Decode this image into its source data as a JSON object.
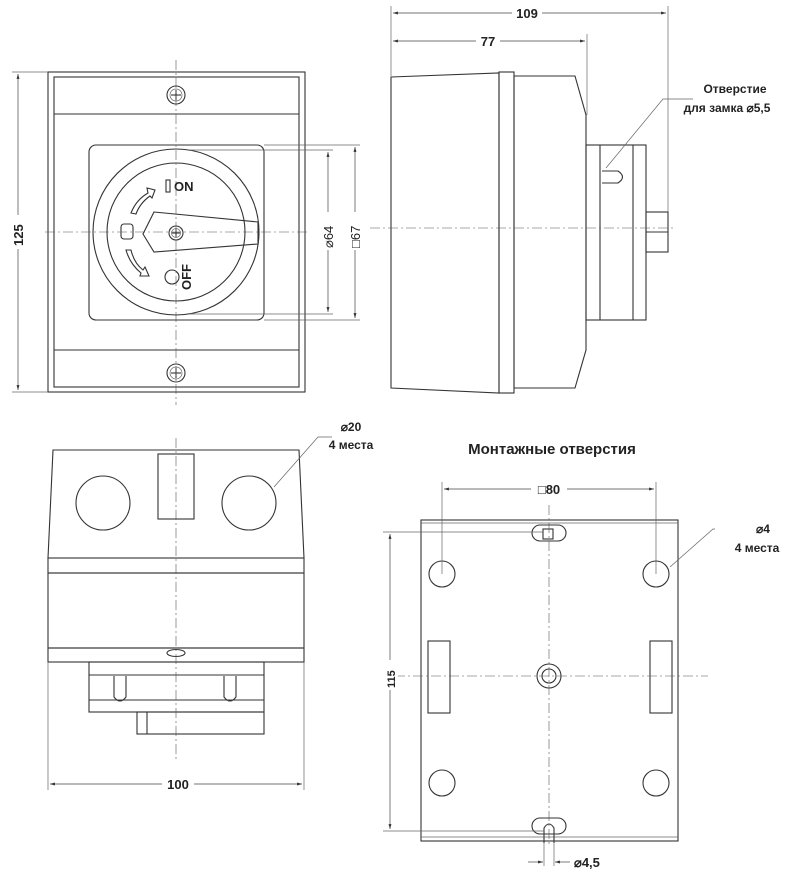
{
  "drawing": {
    "title_mounting": "Монтажные отверстия",
    "front_view": {
      "height_dim": "125",
      "handle_dia_dim": "⌀64",
      "plate_dim": "□67",
      "on_label": "ON",
      "off_label": "OFF"
    },
    "side_view": {
      "total_depth_dim": "109",
      "body_depth_dim": "77",
      "lock_hole_label_line1": "Отверстие",
      "lock_hole_label_line2": "для замка ⌀5,5"
    },
    "bottom_view": {
      "width_dim": "100",
      "knockout_label_line1": "⌀20",
      "knockout_label_line2": "4 места"
    },
    "mounting_view": {
      "hole_spacing_dim": "□80",
      "height_dim": "115",
      "hole_label_line1": "⌀4",
      "hole_label_line2": "4 места",
      "slot_dim": "⌀4,5"
    }
  }
}
